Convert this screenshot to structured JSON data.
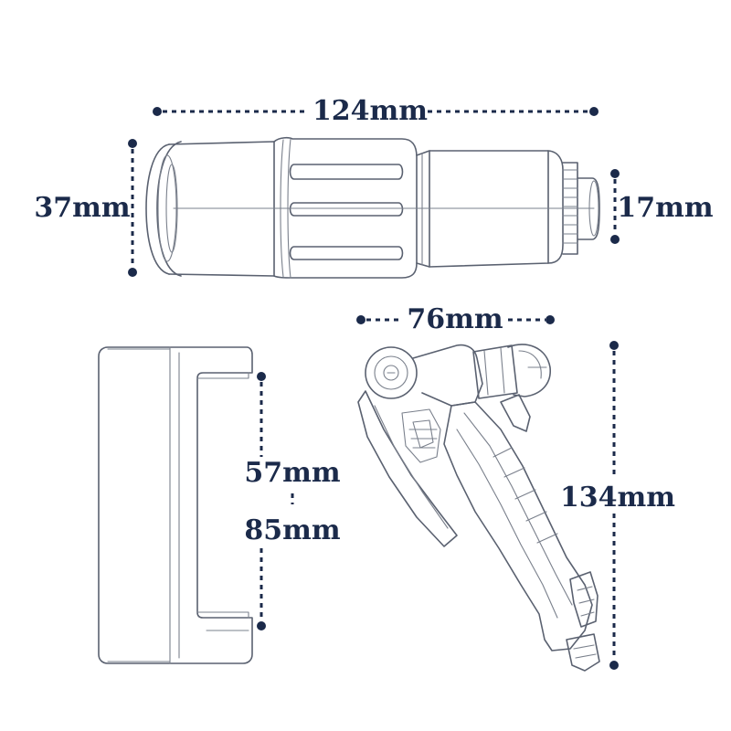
{
  "diagram": {
    "monocular": {
      "length_label": "124mm",
      "diameter_label": "37mm",
      "eyepiece_label": "17mm"
    },
    "phone_clip": {
      "range_min_label": "57mm",
      "range_max_label": "85mm"
    },
    "tripod": {
      "width_label": "76mm",
      "height_label": "134mm"
    }
  },
  "colors": {
    "dimension": "#1b2a4a",
    "outline": "#5a6170"
  }
}
